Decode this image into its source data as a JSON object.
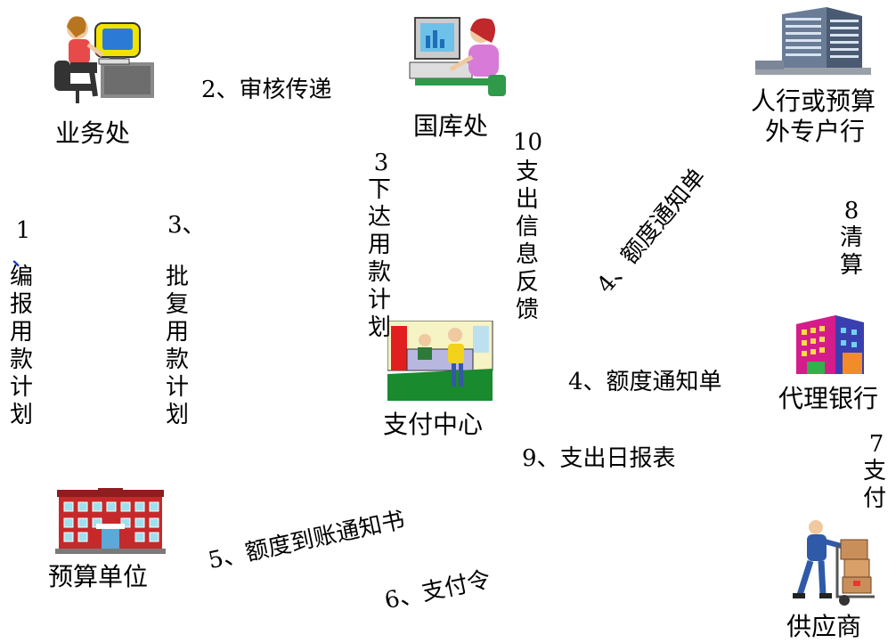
{
  "nodes": {
    "business_office": "业务处",
    "treasury_office": "国库处",
    "bank": "人行或预算外专户行",
    "bank_line1": "人行或预算",
    "bank_line2": "外专户行",
    "payment_center": "支付中心",
    "agent_bank": "代理银行",
    "budget_unit": "预算单位",
    "supplier": "供应商"
  },
  "flows": {
    "f1_num": "1",
    "f1_mark": "、",
    "f1_text": "编报用款计划",
    "f2": "2、审核传递",
    "f3a_num": "3、",
    "f3a_text": "批复用款计划",
    "f3b_num": "3",
    "f3b_text": "下达用款计划",
    "f10_num": "10",
    "f10_text": "支出信息反馈",
    "f4_diag": "4、额度通知单",
    "f4_h": "4、额度通知单",
    "f8_num": "8",
    "f8_text": "清算",
    "f9": "9、支出日报表",
    "f7_num": "7",
    "f7_text": "支付",
    "f5": "5、额度到账通知书",
    "f6": "6、支付令"
  },
  "icons": {
    "business_office": "woman-at-computer-icon",
    "treasury_office": "woman-at-monitor-icon",
    "bank": "office-building-icon",
    "payment_center": "service-counter-icon",
    "agent_bank": "colorful-building-icon",
    "budget_unit": "school-building-icon",
    "supplier": "delivery-man-icon"
  }
}
